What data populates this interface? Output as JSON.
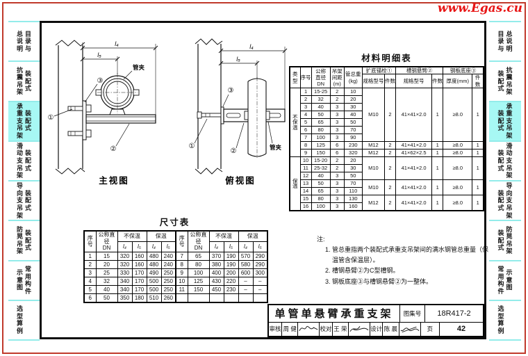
{
  "page": {
    "watermark": "www.Egas.cu"
  },
  "sidebar_left": {
    "items": [
      {
        "col1": "总说明",
        "col2": "目录与"
      },
      {
        "col1": "抗震吊架",
        "col2": "装配式"
      },
      {
        "col1": "承重支吊架",
        "col2": "装配式"
      },
      {
        "col1": "滑动支吊架",
        "col2": "装配式"
      },
      {
        "col1": "导向支吊架",
        "col2": "装配式"
      },
      {
        "col1": "防晃吊架",
        "col2": "装配式"
      },
      {
        "col1": "示意图",
        "col2": "常用构件"
      },
      {
        "col1": "选型算例",
        "col2": ""
      }
    ]
  },
  "sidebar_right": {
    "items": [
      {
        "col1": "目录与",
        "col2": "总说明"
      },
      {
        "col1": "装配式",
        "col2": "抗震吊架"
      },
      {
        "col1": "装配式",
        "col2": "承重支吊架"
      },
      {
        "col1": "装配式",
        "col2": "滑动支吊架"
      },
      {
        "col1": "装配式",
        "col2": "导向支吊架"
      },
      {
        "col1": "装配式",
        "col2": "防晃吊架"
      },
      {
        "col1": "常用构件",
        "col2": "示意图"
      },
      {
        "col1": "选型算例",
        "col2": ""
      }
    ]
  },
  "drawings": {
    "front_view": {
      "caption": "主视图",
      "clamp_label": "管夹",
      "dim_outer": "l₄",
      "dim_inner": "l₅",
      "callout_anchor": "①",
      "callout_arm": "②",
      "callout_plate": "③"
    },
    "top_view": {
      "caption": "俯视图",
      "clamp_label": "管夹",
      "dim_outer": "l₄",
      "dim_inner": "l₅",
      "callout_anchor": "①",
      "callout_arm": "②",
      "callout_plate": "③"
    }
  },
  "material_table": {
    "title": "材料明细表",
    "headers": {
      "type": "类型",
      "seq": "序号",
      "dn": "公称\n直径\nDN",
      "spacing": "吊架\n间距\n(m)",
      "weight": "管总重\n(kg)",
      "anchor": "扩底锚栓①",
      "cantilever": "槽钢悬臂②",
      "base": "钢板底座③",
      "spec": "规格型号",
      "qty": "件数",
      "thickness": "厚度(mm)"
    },
    "rows": [
      [
        {
          "t": "不保温",
          "rs": 9,
          "cl": "vtype"
        },
        "1",
        "15-25",
        "2",
        "10",
        {
          "t": "M10",
          "rs": 7
        },
        {
          "t": "2",
          "rs": 7
        },
        {
          "t": "41×41×2.0",
          "rs": 7
        },
        {
          "t": "1",
          "rs": 7
        },
        {
          "t": "≥8.0",
          "rs": 7
        },
        {
          "t": "1",
          "rs": 7
        }
      ],
      [
        "2",
        "32",
        "2",
        "20"
      ],
      [
        "3",
        "40",
        "3",
        "30"
      ],
      [
        "4",
        "50",
        "3",
        "40"
      ],
      [
        "5",
        "65",
        "3",
        "50"
      ],
      [
        "6",
        "80",
        "3",
        "70"
      ],
      [
        "7",
        "100",
        "3",
        "90"
      ],
      [
        "8",
        "125",
        "6",
        "230",
        "M12",
        "2",
        "41×41×2.0",
        "1",
        "≥8.0",
        "1"
      ],
      [
        "9",
        "150",
        "6",
        "320",
        "M12",
        "2",
        "41×62×2.5",
        "1",
        "≥8.0",
        "1"
      ],
      [
        {
          "t": "保温",
          "rs": 7,
          "cl": "vtype"
        },
        "10",
        "15-20",
        "2",
        "20",
        {
          "t": "M10",
          "rs": 3
        },
        {
          "t": "2",
          "rs": 3
        },
        {
          "t": "41×41×2.0",
          "rs": 3
        },
        {
          "t": "1",
          "rs": 3
        },
        {
          "t": "≥8.0",
          "rs": 3
        },
        {
          "t": "1",
          "rs": 3
        }
      ],
      [
        "11",
        "25-32",
        "2",
        "30"
      ],
      [
        "12",
        "40",
        "3",
        "50"
      ],
      [
        "13",
        "50",
        "3",
        "70",
        {
          "t": "M10",
          "rs": 2
        },
        {
          "t": "2",
          "rs": 2
        },
        {
          "t": "41×41×2.0",
          "rs": 2
        },
        {
          "t": "1",
          "rs": 2
        },
        {
          "t": "≥8.0",
          "rs": 2
        },
        {
          "t": "1",
          "rs": 2
        }
      ],
      [
        "14",
        "65",
        "3",
        "110"
      ],
      [
        "15",
        "80",
        "3",
        "130",
        {
          "t": "M12",
          "rs": 2
        },
        {
          "t": "2",
          "rs": 2
        },
        {
          "t": "41×41×2.0",
          "rs": 2
        },
        {
          "t": "1",
          "rs": 2
        },
        {
          "t": "≥8.0",
          "rs": 2
        },
        {
          "t": "1",
          "rs": 2
        }
      ],
      [
        "16",
        "100",
        "3",
        "160"
      ]
    ]
  },
  "dimension_table": {
    "title": "尺寸表",
    "headers": {
      "seq": "序号",
      "dn": "公称直径\nDN",
      "uninsulated": "不保温",
      "insulated": "保温",
      "l4": "l₄",
      "l5": "l₅"
    },
    "rows": [
      [
        "1",
        "15",
        "320",
        "160",
        "480",
        "240",
        {
          "t": "7",
          "cl": "sep"
        },
        "65",
        "370",
        "190",
        "570",
        "290"
      ],
      [
        "2",
        "20",
        "320",
        "160",
        "480",
        "240",
        {
          "t": "8",
          "cl": "sep"
        },
        "80",
        "380",
        "190",
        "580",
        "290"
      ],
      [
        "3",
        "25",
        "330",
        "170",
        "490",
        "250",
        {
          "t": "9",
          "cl": "sep"
        },
        "100",
        "400",
        "200",
        "600",
        "300"
      ],
      [
        "4",
        "32",
        "340",
        "170",
        "500",
        "250",
        {
          "t": "10",
          "cl": "sep"
        },
        "125",
        "430",
        "220",
        "–",
        "–"
      ],
      [
        "5",
        "40",
        "340",
        "170",
        "500",
        "250",
        {
          "t": "11",
          "cl": "sep"
        },
        "150",
        "450",
        "230",
        "–",
        "–"
      ],
      [
        "6",
        "50",
        "350",
        "180",
        "510",
        "260",
        {
          "t": "",
          "cl": "sep"
        },
        "",
        "",
        "",
        "",
        ""
      ]
    ]
  },
  "notes": {
    "label": "注:",
    "items": [
      "1. 管总重指两个装配式承重支吊架间的满水钢管总重量（保温管含保温层）。",
      "2. 槽钢悬臂②为C型槽钢。",
      "3. 钢板底座③与槽钢悬臂②为一整体。"
    ]
  },
  "title_block": {
    "title": "单管单悬臂承重支架",
    "atlas_label": "图集号",
    "atlas_no": "18R417-2",
    "page_label": "页",
    "page_no": "42",
    "reviewer_label": "审核",
    "reviewer": "周 健",
    "checker_label": "校对",
    "checker": "王 荣",
    "designer_label": "设计",
    "designer": "陈 晨"
  }
}
